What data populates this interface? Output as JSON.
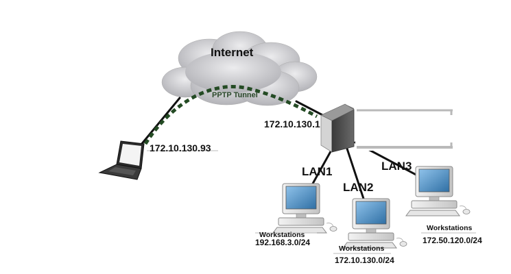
{
  "labels": {
    "internet": "Internet",
    "tunnel": "PPTP Tunnel",
    "client_ip": "172.10.130.93",
    "router_ip": "172.10.130.1",
    "lan1": "LAN1",
    "lan2": "LAN2",
    "lan3": "LAN3"
  },
  "workstations": [
    {
      "title": "Workstations",
      "subnet": "192.168.3.0/24"
    },
    {
      "title": "Workstations",
      "subnet": "172.10.130.0/24"
    },
    {
      "title": "Workstations",
      "subnet": "172.50.120.0/24"
    }
  ],
  "colors": {
    "tunnel": "#244b24",
    "cloud": "#c9c9cc",
    "link": "#111111",
    "screen": "#3b7fb6"
  }
}
